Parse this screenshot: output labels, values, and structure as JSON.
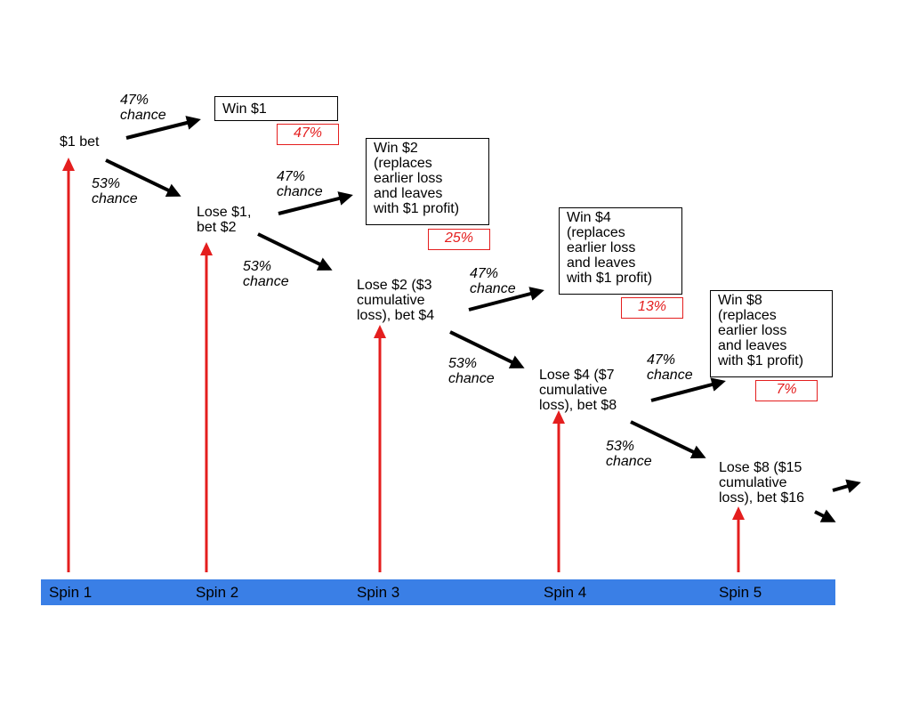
{
  "colors": {
    "arrow": "#000000",
    "spin_arrow": "#e41e1e",
    "timeline_bar": "#3a7fe6",
    "probability_box": "#e41e1e"
  },
  "spins": [
    "Spin 1",
    "Spin 2",
    "Spin 3",
    "Spin 4",
    "Spin 5"
  ],
  "nodes": {
    "bet1": "$1 bet",
    "lose1": "Lose $1,\nbet $2",
    "lose2": "Lose $2 ($3\ncumulative\nloss), bet $4",
    "lose3": "Lose $4 ($7\ncumulative\nloss), bet $8",
    "lose4": "Lose $8 ($15\ncumulative\nloss), bet $16"
  },
  "outcomes": [
    {
      "label": "Win $1",
      "probability": "47%"
    },
    {
      "label": "Win $2\n(replaces\nearlier loss\nand leaves\nwith $1 profit)",
      "probability": "25%"
    },
    {
      "label": "Win $4\n(replaces\nearlier loss\nand leaves\nwith $1 profit)",
      "probability": "13%"
    },
    {
      "label": "Win $8\n(replaces\nearlier loss\nand leaves\nwith $1 profit)",
      "probability": "7%"
    }
  ],
  "chances": {
    "win": "47%\nchance",
    "lose": "53%\nchance"
  }
}
